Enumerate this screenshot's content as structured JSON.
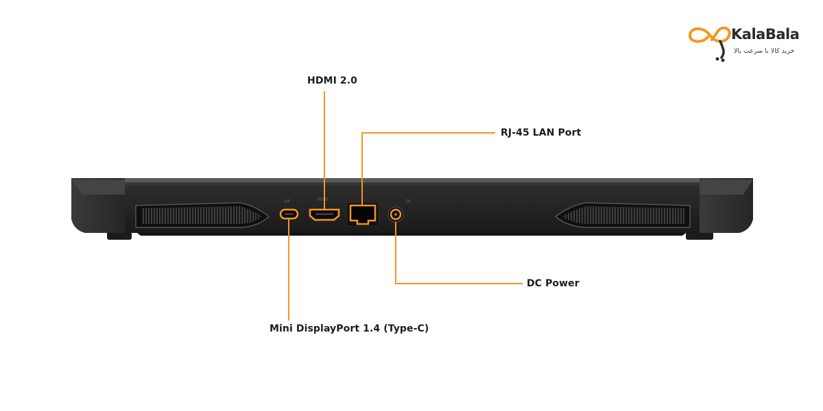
{
  "brand": {
    "name": "KalaBala",
    "tagline": "خرید کالا با سرعت بالا",
    "accent_color": "#f7941d"
  },
  "callout_color": "#f7941d",
  "device": "laptop-rear-view",
  "ports": [
    {
      "id": "hdmi",
      "label": "HDMI 2.0"
    },
    {
      "id": "rj45",
      "label": "RJ-45 LAN Port"
    },
    {
      "id": "dc",
      "label": "DC Power"
    },
    {
      "id": "minidp",
      "label": "Mini DisplayPort 1.4 (Type-C)"
    }
  ]
}
